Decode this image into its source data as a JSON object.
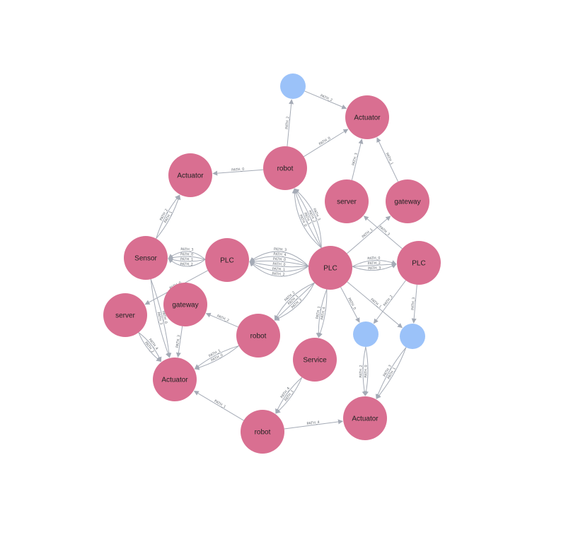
{
  "graph": {
    "colors": {
      "device": "#d96f91",
      "empty": "#9bc2f9",
      "edge": "#a5abb6"
    },
    "nodes": [
      {
        "id": "n_blue_top",
        "label": "",
        "kind": "empty"
      },
      {
        "id": "n_act_top",
        "label": "Actuator",
        "kind": "device"
      },
      {
        "id": "n_robot_top",
        "label": "robot",
        "kind": "device"
      },
      {
        "id": "n_act_left",
        "label": "Actuator",
        "kind": "device"
      },
      {
        "id": "n_server_r",
        "label": "server",
        "kind": "device"
      },
      {
        "id": "n_gateway_r",
        "label": "gateway",
        "kind": "device"
      },
      {
        "id": "n_sensor",
        "label": "Sensor",
        "kind": "device"
      },
      {
        "id": "n_plc_left",
        "label": "PLC",
        "kind": "device"
      },
      {
        "id": "n_plc_center",
        "label": "PLC",
        "kind": "device"
      },
      {
        "id": "n_plc_right",
        "label": "PLC",
        "kind": "device"
      },
      {
        "id": "n_server_l",
        "label": "server",
        "kind": "device"
      },
      {
        "id": "n_gateway_l",
        "label": "gateway",
        "kind": "device"
      },
      {
        "id": "n_robot_mid",
        "label": "robot",
        "kind": "device"
      },
      {
        "id": "n_blue_mid1",
        "label": "",
        "kind": "empty"
      },
      {
        "id": "n_blue_mid2",
        "label": "",
        "kind": "empty"
      },
      {
        "id": "n_service",
        "label": "Service",
        "kind": "device"
      },
      {
        "id": "n_act_bl",
        "label": "Actuator",
        "kind": "device"
      },
      {
        "id": "n_robot_bot",
        "label": "robot",
        "kind": "device"
      },
      {
        "id": "n_act_br",
        "label": "Actuator",
        "kind": "device"
      }
    ],
    "edges": [
      {
        "from": "n_blue_top",
        "to": "n_act_top",
        "label": "PATH_2"
      },
      {
        "from": "n_robot_top",
        "to": "n_blue_top",
        "label": "PATH_2"
      },
      {
        "from": "n_robot_top",
        "to": "n_act_top",
        "label": "PATH_0"
      },
      {
        "from": "n_robot_top",
        "to": "n_act_left",
        "label": "PATH_0"
      },
      {
        "from": "n_server_r",
        "to": "n_act_top",
        "label": "PATH_3"
      },
      {
        "from": "n_gateway_r",
        "to": "n_act_top",
        "label": "PATH_1"
      },
      {
        "from": "n_sensor",
        "to": "n_act_left",
        "label": "PATH_1"
      },
      {
        "from": "n_sensor",
        "to": "n_act_left",
        "label": "PATH_2"
      },
      {
        "from": "n_plc_left",
        "to": "n_sensor",
        "label": "PATH_2"
      },
      {
        "from": "n_plc_left",
        "to": "n_sensor",
        "label": "PATH_1"
      },
      {
        "from": "n_plc_left",
        "to": "n_sensor",
        "label": "PATH_0"
      },
      {
        "from": "n_plc_left",
        "to": "n_sensor",
        "label": "PATH_3"
      },
      {
        "from": "n_plc_center",
        "to": "n_plc_left",
        "label": "PATH_2"
      },
      {
        "from": "n_plc_center",
        "to": "n_plc_left",
        "label": "PATH_1"
      },
      {
        "from": "n_plc_center",
        "to": "n_plc_left",
        "label": "PATH_0"
      },
      {
        "from": "n_plc_center",
        "to": "n_plc_left",
        "label": "PATH_0"
      },
      {
        "from": "n_plc_center",
        "to": "n_plc_left",
        "label": "PATH_4"
      },
      {
        "from": "n_plc_center",
        "to": "n_plc_left",
        "label": "PATH_3"
      },
      {
        "from": "n_plc_center",
        "to": "n_robot_top",
        "label": "PATH_0"
      },
      {
        "from": "n_plc_center",
        "to": "n_robot_top",
        "label": "PATH_1"
      },
      {
        "from": "n_plc_center",
        "to": "n_robot_top",
        "label": "PATH_2"
      },
      {
        "from": "n_plc_center",
        "to": "n_robot_top",
        "label": "PATH_3"
      },
      {
        "from": "n_plc_center",
        "to": "n_gateway_r",
        "label": "PATH_1"
      },
      {
        "from": "n_plc_right",
        "to": "n_server_r",
        "label": "PATH_3"
      },
      {
        "from": "n_plc_center",
        "to": "n_plc_right",
        "label": "PATH_0"
      },
      {
        "from": "n_plc_center",
        "to": "n_plc_right",
        "label": "PATH_2"
      },
      {
        "from": "n_plc_center",
        "to": "n_plc_right",
        "label": "PATH_3"
      },
      {
        "from": "n_plc_center",
        "to": "n_robot_mid",
        "label": "PATH_3"
      },
      {
        "from": "n_plc_center",
        "to": "n_robot_mid",
        "label": "PATH_1"
      },
      {
        "from": "n_plc_center",
        "to": "n_robot_mid",
        "label": "PATH_2"
      },
      {
        "from": "n_plc_center",
        "to": "n_service",
        "label": "PATH_4"
      },
      {
        "from": "n_plc_center",
        "to": "n_service",
        "label": "PATH_1"
      },
      {
        "from": "n_plc_center",
        "to": "n_blue_mid1",
        "label": "PATH_0"
      },
      {
        "from": "n_plc_center",
        "to": "n_blue_mid2",
        "label": "PATH_1"
      },
      {
        "from": "n_plc_right",
        "to": "n_blue_mid1",
        "label": "PATH_2"
      },
      {
        "from": "n_plc_right",
        "to": "n_blue_mid2",
        "label": "PATH_3"
      },
      {
        "from": "n_plc_left",
        "to": "n_server_l",
        "label": "PATH_0"
      },
      {
        "from": "n_sensor",
        "to": "n_act_bl",
        "label": "PATH_3"
      },
      {
        "from": "n_sensor",
        "to": "n_act_bl",
        "label": "PATH_0"
      },
      {
        "from": "n_server_l",
        "to": "n_act_bl",
        "label": "PATH_2"
      },
      {
        "from": "n_server_l",
        "to": "n_act_bl",
        "label": "PATH_4"
      },
      {
        "from": "n_gateway_l",
        "to": "n_act_bl",
        "label": "PATH_3"
      },
      {
        "from": "n_robot_mid",
        "to": "n_gateway_l",
        "label": "PATH_2"
      },
      {
        "from": "n_robot_mid",
        "to": "n_act_bl",
        "label": "PATH_1"
      },
      {
        "from": "n_robot_mid",
        "to": "n_act_bl",
        "label": "PATH_0"
      },
      {
        "from": "n_service",
        "to": "n_robot_bot",
        "label": "PATH_4"
      },
      {
        "from": "n_service",
        "to": "n_robot_bot",
        "label": "PATH_1"
      },
      {
        "from": "n_robot_bot",
        "to": "n_act_bl",
        "label": "PATH_1"
      },
      {
        "from": "n_robot_bot",
        "to": "n_act_br",
        "label": "PATH_4"
      },
      {
        "from": "n_blue_mid1",
        "to": "n_act_br",
        "label": "PATH_2"
      },
      {
        "from": "n_blue_mid1",
        "to": "n_act_br",
        "label": "PATH_0"
      },
      {
        "from": "n_blue_mid2",
        "to": "n_act_br",
        "label": "PATH_3"
      },
      {
        "from": "n_blue_mid2",
        "to": "n_act_br",
        "label": "PATH_1"
      }
    ]
  }
}
